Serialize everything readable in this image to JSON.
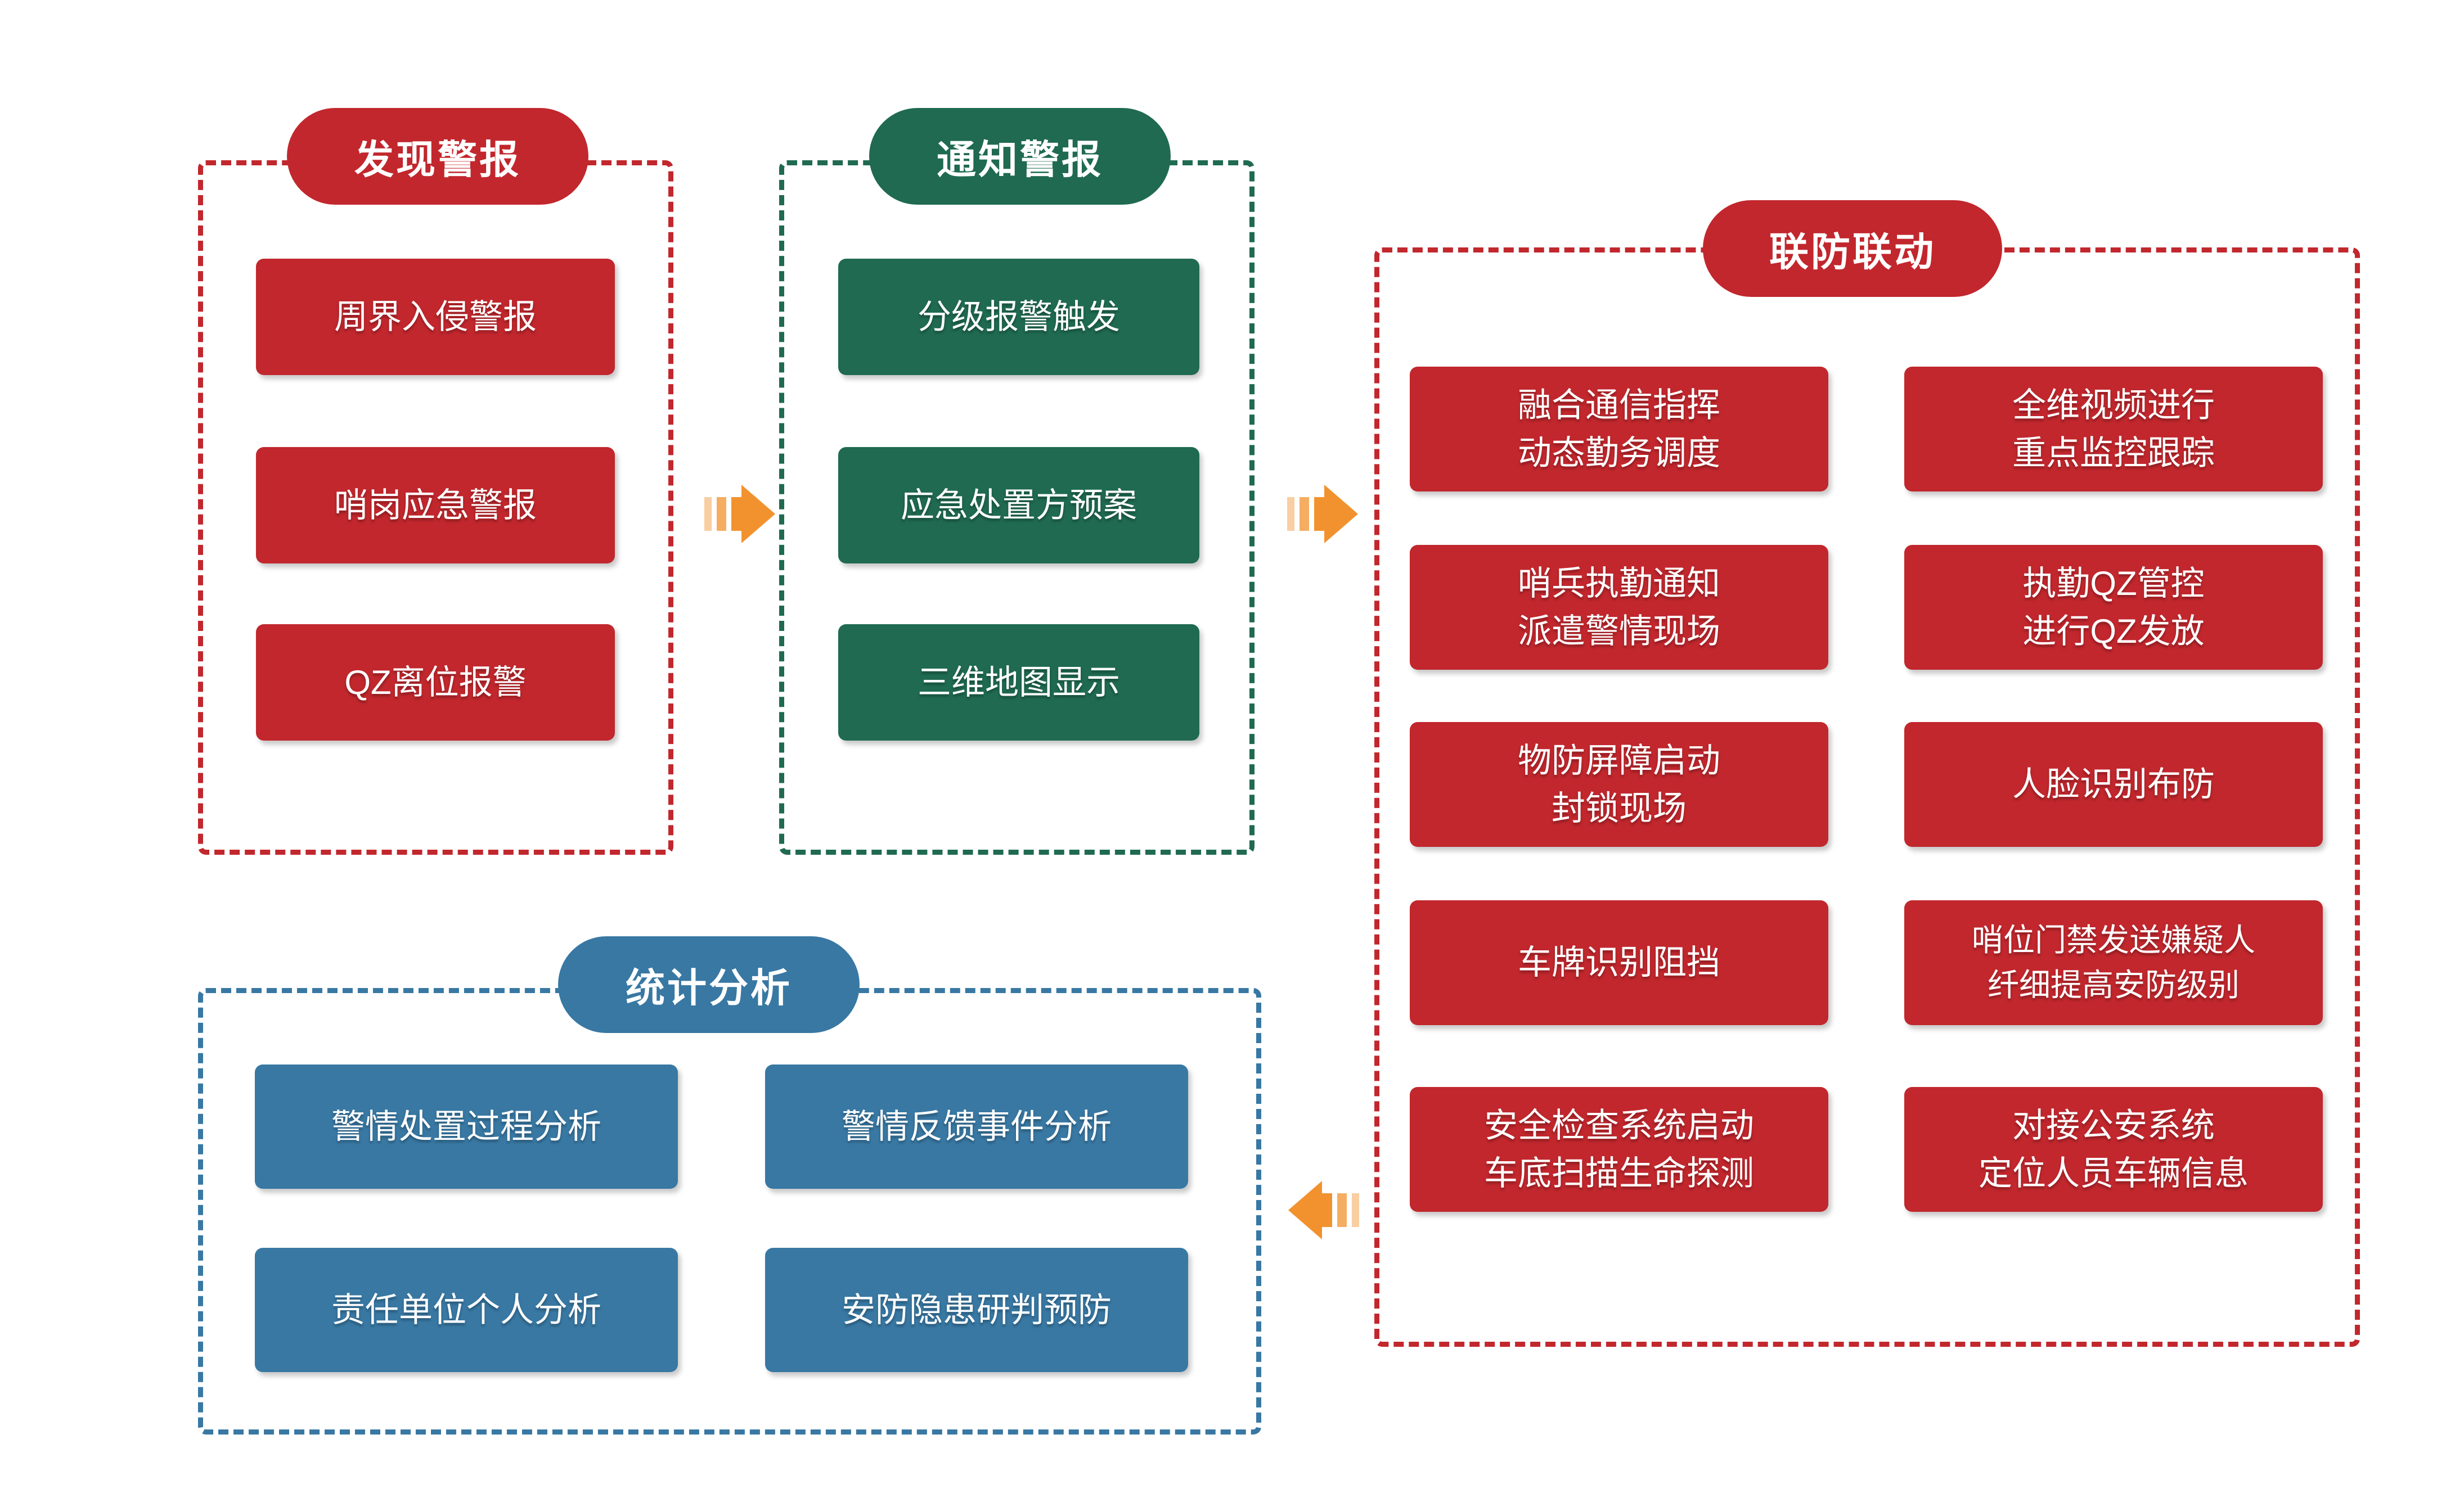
{
  "colors": {
    "red": "#c1272d",
    "green": "#1f6a50",
    "blue": "#3878a3",
    "orange": "#f2922e",
    "bg": "#ffffff"
  },
  "diagram": {
    "discover": {
      "title": "发现警报",
      "items": [
        "周界入侵警报",
        "哨岗应急警报",
        "QZ离位报警"
      ]
    },
    "notify": {
      "title": "通知警报",
      "items": [
        "分级报警触发",
        "应急处置方预案",
        "三维地图显示"
      ]
    },
    "joint": {
      "title": "联防联动",
      "items": [
        "融合通信指挥\n动态勤务调度",
        "全维视频进行\n重点监控跟踪",
        "哨兵执勤通知\n派遣警情现场",
        "执勤QZ管控\n进行QZ发放",
        "物防屏障启动\n封锁现场",
        "人脸识别布防",
        "车牌识别阻挡",
        "哨位门禁发送嫌疑人\n纤细提高安防级别",
        "安全检查系统启动\n车底扫描生命探测",
        "对接公安系统\n定位人员车辆信息"
      ]
    },
    "stats": {
      "title": "统计分析",
      "items": [
        "警情处置过程分析",
        "警情反馈事件分析",
        "责任单位个人分析",
        "安防隐患研判预防"
      ]
    }
  }
}
